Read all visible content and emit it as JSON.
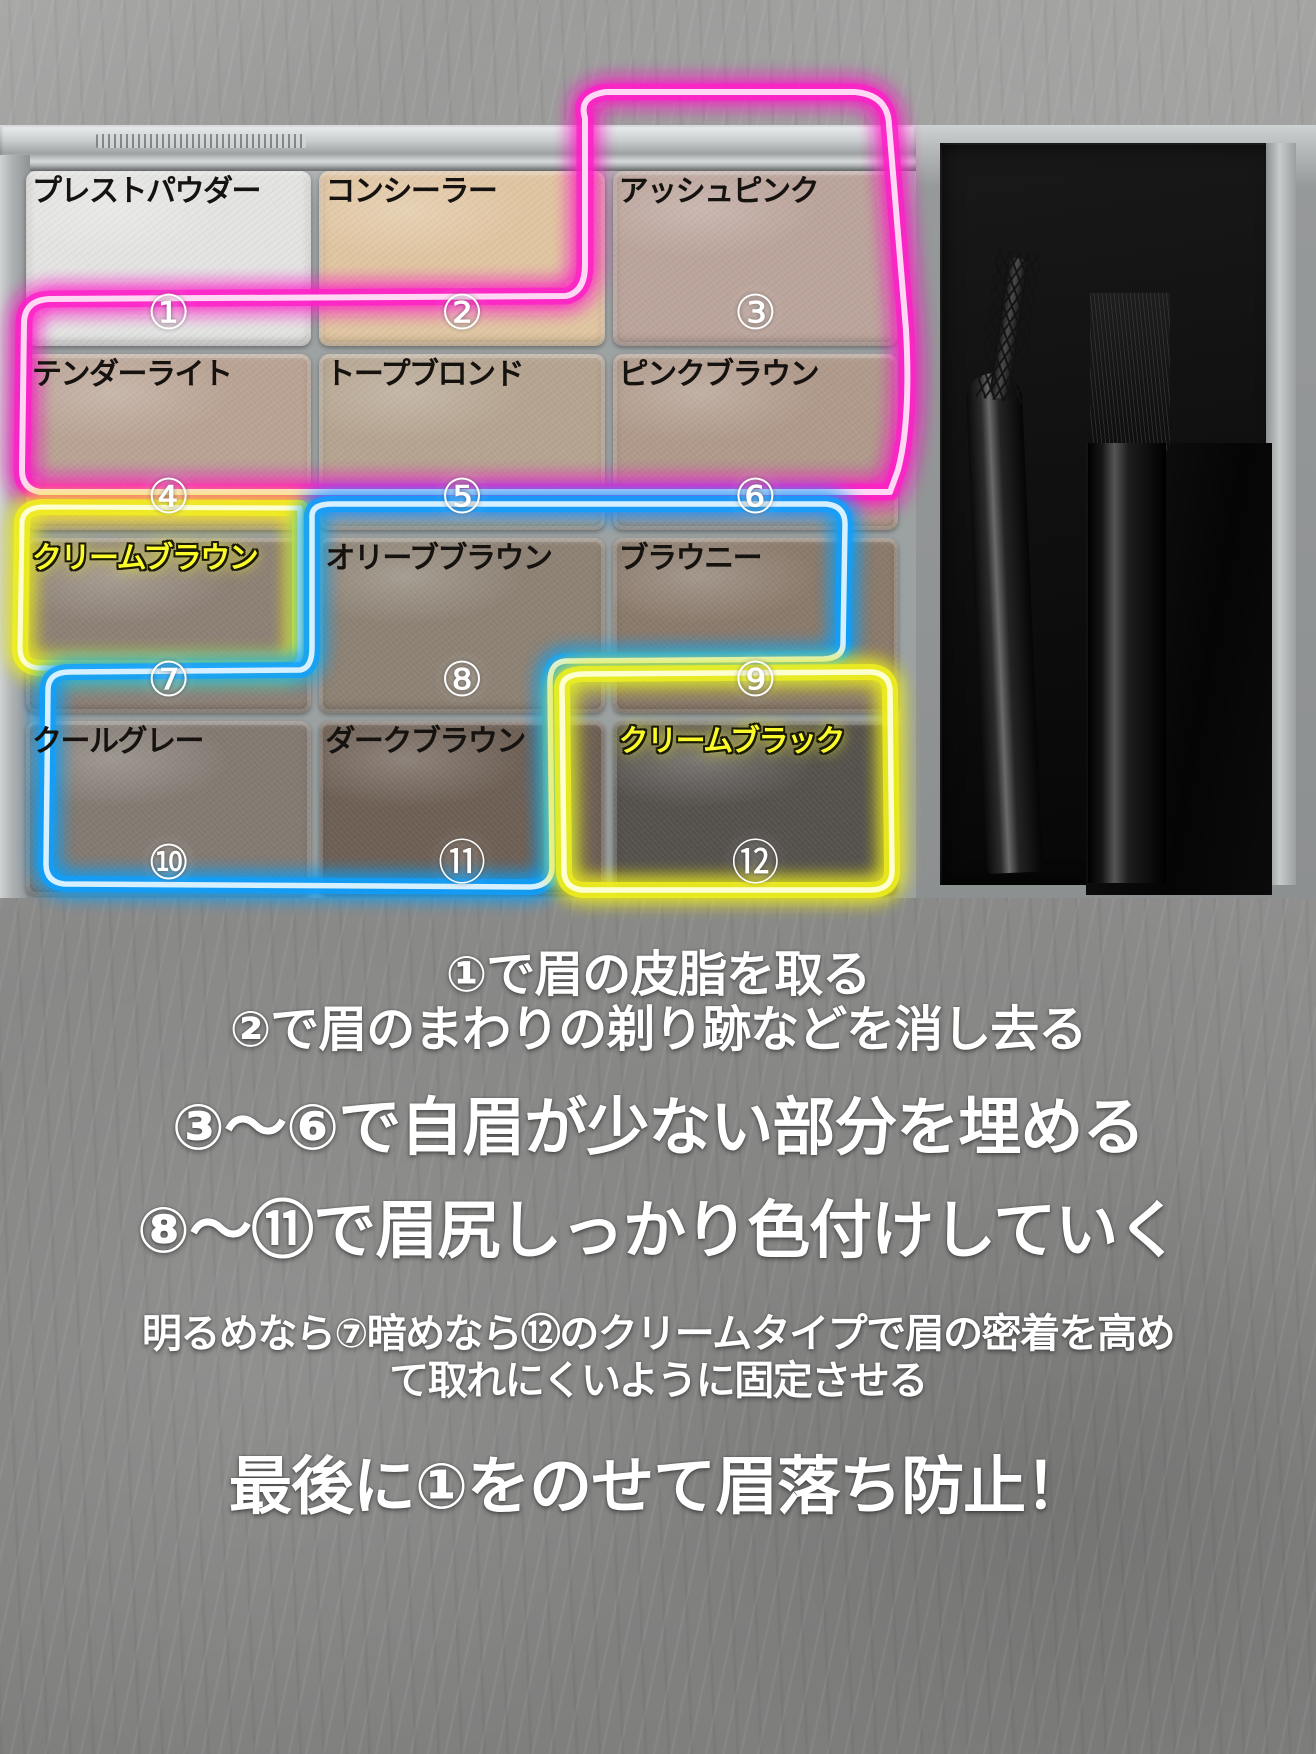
{
  "palette": {
    "rows": [
      [
        {
          "name": "プレストパウダー",
          "number": "①",
          "color": "#e3e4e2",
          "label_style": "dark"
        },
        {
          "name": "コンシーラー",
          "number": "②",
          "color": "#e0c5a1",
          "label_style": "dark"
        },
        {
          "name": "アッシュピンク",
          "number": "③",
          "color": "#bba49b",
          "label_style": "dark"
        }
      ],
      [
        {
          "name": "テンダーライト",
          "number": "④",
          "color": "#b9a394",
          "label_style": "dark"
        },
        {
          "name": "トープブロンド",
          "number": "⑤",
          "color": "#b5a490",
          "label_style": "dark"
        },
        {
          "name": "ピンクブラウン",
          "number": "⑥",
          "color": "#b09a8b",
          "label_style": "dark"
        }
      ],
      [
        {
          "name": "クリームブラウン",
          "number": "⑦",
          "color": "#8d8176",
          "label_style": "yellow"
        },
        {
          "name": "オリーブブラウン",
          "number": "⑧",
          "color": "#8d8274",
          "label_style": "dark"
        },
        {
          "name": "ブラウニー",
          "number": "⑨",
          "color": "#8a7a6b",
          "label_style": "dark"
        }
      ],
      [
        {
          "name": "クールグレー",
          "number": "⑩",
          "color": "#837a72",
          "label_style": "dark"
        },
        {
          "name": "ダークブラウン",
          "number": "⑪",
          "color": "#6e6055",
          "label_style": "dark"
        },
        {
          "name": "クリームブラック",
          "number": "⑫",
          "color": "#55514d",
          "label_style": "yellow"
        }
      ]
    ],
    "tools": {
      "spoolie_label": "spoolie-brush",
      "angled_label": "angled-brow-brush"
    }
  },
  "annotations": {
    "groups": [
      {
        "id": "pink-group",
        "color": "#ff2fd0",
        "covers": "③④⑤⑥"
      },
      {
        "id": "yellow-group-cream-brown",
        "color": "#f5f52b",
        "covers": "⑦"
      },
      {
        "id": "blue-group",
        "color": "#19a8ff",
        "covers": "⑧⑨⑩⑪"
      },
      {
        "id": "yellow-group-cream-black",
        "color": "#f5f52b",
        "covers": "⑫"
      }
    ]
  },
  "captions": {
    "line1": "①で眉の皮脂を取る",
    "line2": "②で眉のまわりの剃り跡などを消し去る",
    "line3": "③〜⑥で自眉が少ない部分を埋める",
    "line4": "⑧〜⑪で眉尻しっかり色付けしていく",
    "line5": "明るめなら⑦暗めなら⑫のクリームタイプで眉の密着を高め",
    "line6": "て取れにくいように固定させる",
    "line7": "最後に①をのせて眉落ち防止！"
  }
}
